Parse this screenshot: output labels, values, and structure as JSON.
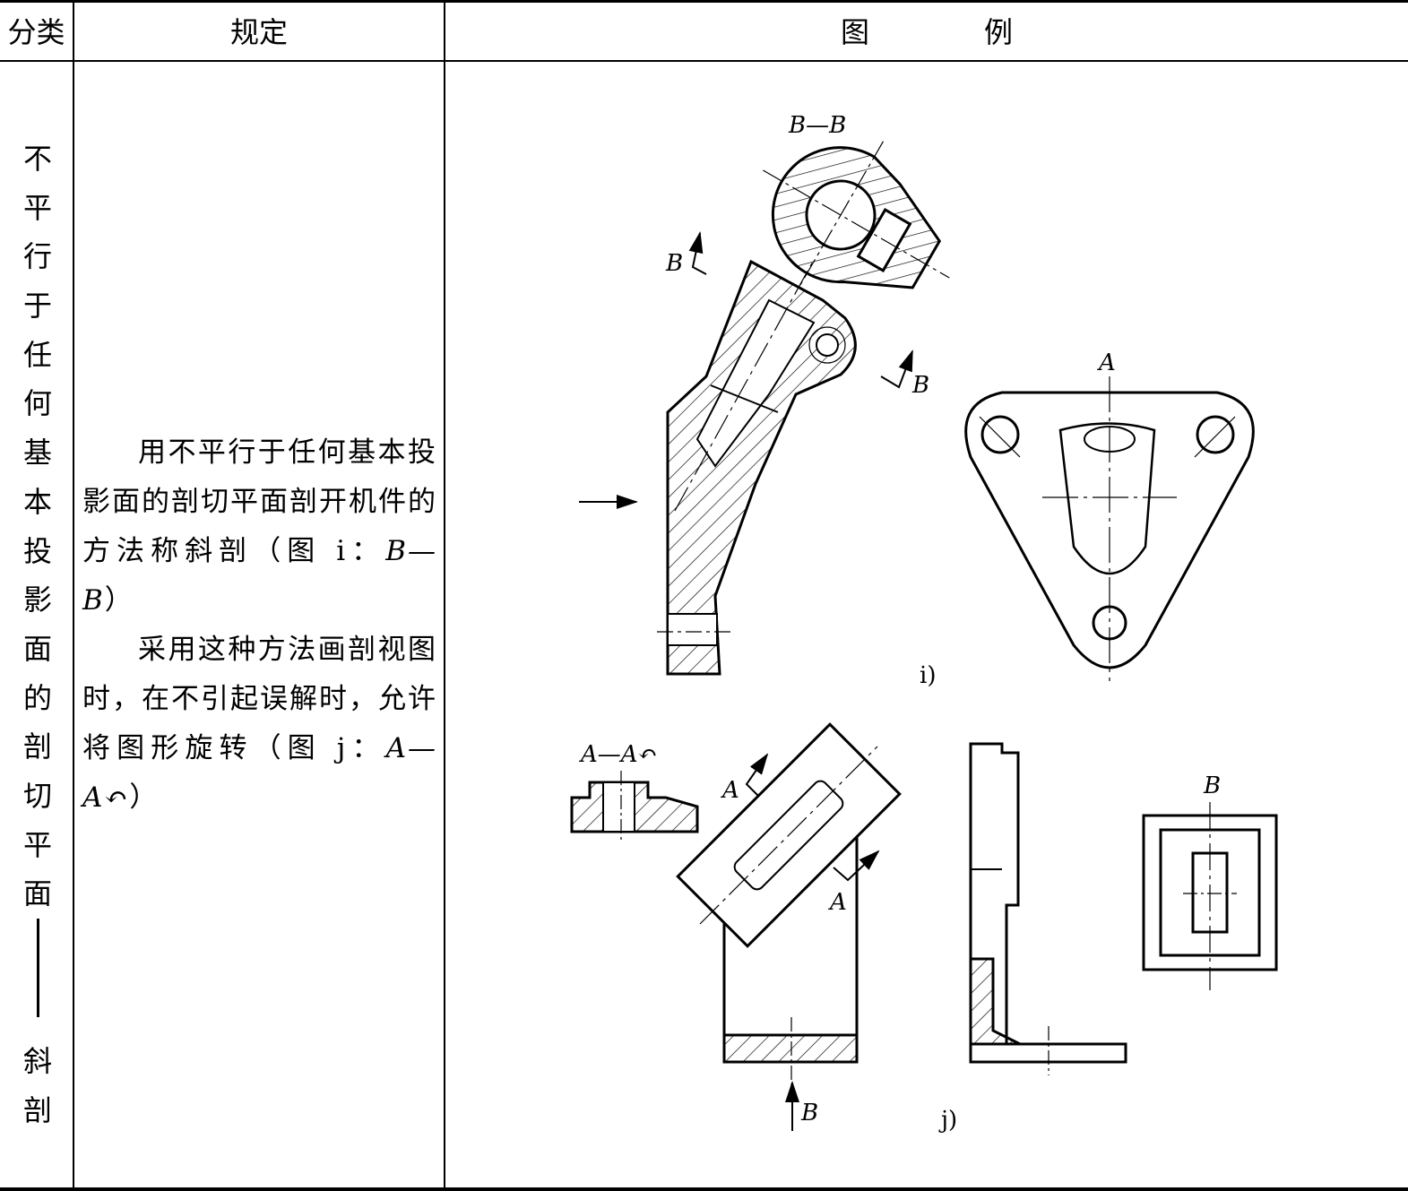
{
  "header": {
    "col1": "分类",
    "col2": "规定",
    "col3": "图　　　　例"
  },
  "category": [
    "不",
    "平",
    "行",
    "于",
    "任",
    "何",
    "基",
    "本",
    "投",
    "影",
    "面",
    "的",
    "剖",
    "切",
    "平",
    "面",
    "——",
    "斜",
    "剖"
  ],
  "rule": {
    "para1_a": "用不平行于任何基本投影面的剖切平面剖开机件的方法称斜剖（图 i：",
    "para1_b": "B—B",
    "para1_c": "）",
    "para2_a": "采用这种方法画剖视图时，在不引起误解时，允许将图形旋转（图 j：",
    "para2_b": "A—A",
    "para2_c": "↶）"
  },
  "figure_i": {
    "section_title": "B—B",
    "cut_label_upper": "B",
    "cut_label_lower": "B",
    "view_label": "A",
    "caption": "i)"
  },
  "figure_j": {
    "section_title": "A—A↶",
    "cut_label_upper": "A",
    "cut_label_lower": "A",
    "view_label_top": "B",
    "view_label_bottom": "B",
    "caption": "j)"
  }
}
